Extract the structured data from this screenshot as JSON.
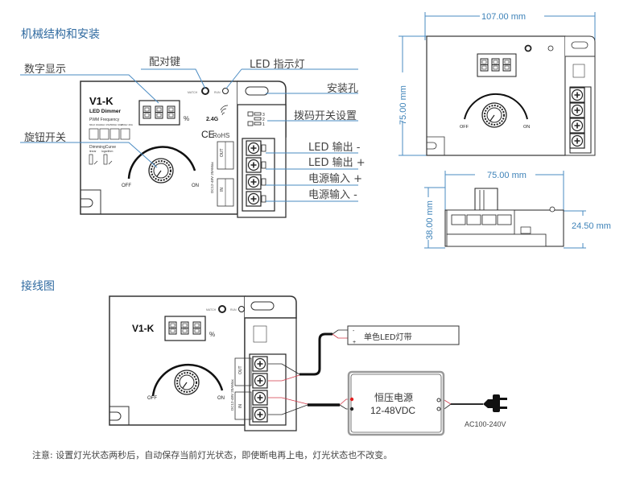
{
  "sections": {
    "mechanical_title": "机械结构和安装",
    "wiring_title": "接线图"
  },
  "callouts": {
    "digital_display": "数字显示",
    "pair_key": "配对键",
    "led_indicator": "LED 指示灯",
    "mounting_hole": "安装孔",
    "dip_switch": "拨码开关设置",
    "rotary_switch": "旋钮开关",
    "led_out_neg": "LED 输出 -",
    "led_out_pos": "LED 输出 +",
    "power_in_pos": "电源输入 +",
    "power_in_neg": "电源输入 -"
  },
  "device": {
    "model": "V1-K",
    "subtitle": "LED Dimmer",
    "display_digits": "8.8.8.",
    "percent": "%",
    "match_label": "MATCH",
    "run_label": "RUN",
    "wireless": "2.4G",
    "cert": "CE",
    "rohs": "RoHS",
    "pwm_title": "PWM Frequency",
    "pwm_options": [
      "60Hz 10A",
      "2kHz 15A",
      "500Hz 20A",
      "250Hz 20A"
    ],
    "dimming_title": "DimmingCurve",
    "dimming_options": [
      "linear",
      "logarithm"
    ],
    "off_label": "OFF",
    "on_label": "ON",
    "rating": "DC12-48V 20AMax",
    "out_label": "OUT",
    "in_label": "IN",
    "plus": "+",
    "minus": "-"
  },
  "dimensions": {
    "width_top": "107.00 mm",
    "height_top": "75.00 mm",
    "width_side": "75.00 mm",
    "height_side": "38.00 mm",
    "height_body": "24.50 mm"
  },
  "wiring": {
    "led_strip": "单色LED灯带",
    "psu_line1": "恒压电源",
    "psu_line2": "12-48VDC",
    "ac_input": "AC100-240V"
  },
  "footer_note": "注意: 设置灯光状态两秒后，自动保存当前灯光状态，即使断电再上电，灯光状态也不改变。",
  "colors": {
    "title_blue": "#2f6aa0",
    "leader_line": "#4a8bc2",
    "wire_red": "#d23a4a",
    "wire_black": "#222222"
  }
}
